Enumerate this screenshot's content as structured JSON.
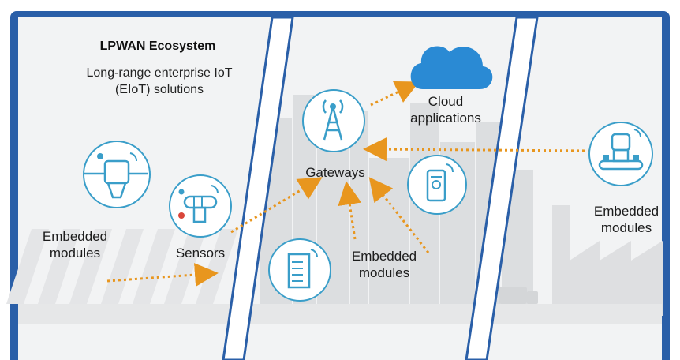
{
  "diagram": {
    "title": "LPWAN Ecosystem",
    "subtitle_line1": "Long-range enterprise IoT",
    "subtitle_line2": "(EIoT) solutions",
    "nodes": {
      "cloud": {
        "line1": "Cloud",
        "line2": "applications"
      },
      "gateways": {
        "label": "Gateways"
      },
      "sensors": {
        "label": "Sensors"
      },
      "embedded_left": {
        "line1": "Embedded",
        "line2": "modules"
      },
      "embedded_center": {
        "line1": "Embedded",
        "line2": "modules"
      },
      "embedded_right": {
        "line1": "Embedded",
        "line2": "modules"
      }
    },
    "colors": {
      "frame": "#2a5fa8",
      "icon_stroke": "#3a9ec9",
      "arrow": "#e8961e",
      "cloud_fill": "#2a8ad4"
    }
  }
}
